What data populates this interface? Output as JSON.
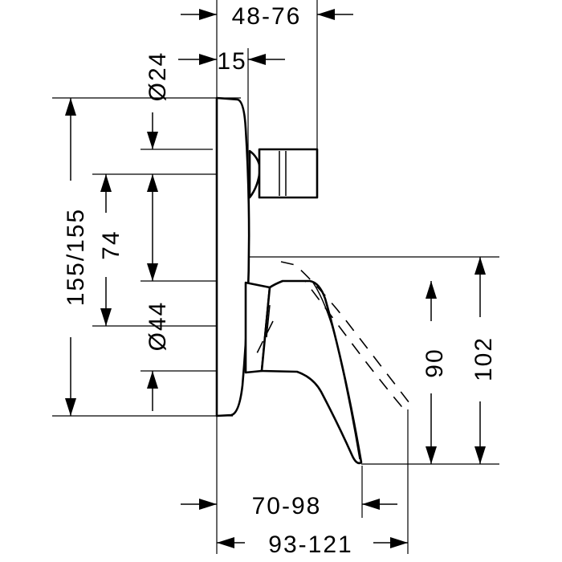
{
  "dimensions": {
    "top_width": "48-76",
    "top_offset": "15",
    "diameter_small": "Ø24",
    "total_height": "155/155",
    "connection_spacing": "74",
    "diameter_large": "Ø44",
    "spout_height": "90",
    "spout_height_total": "102",
    "projection_inner": "70-98",
    "projection_total": "93-121"
  }
}
